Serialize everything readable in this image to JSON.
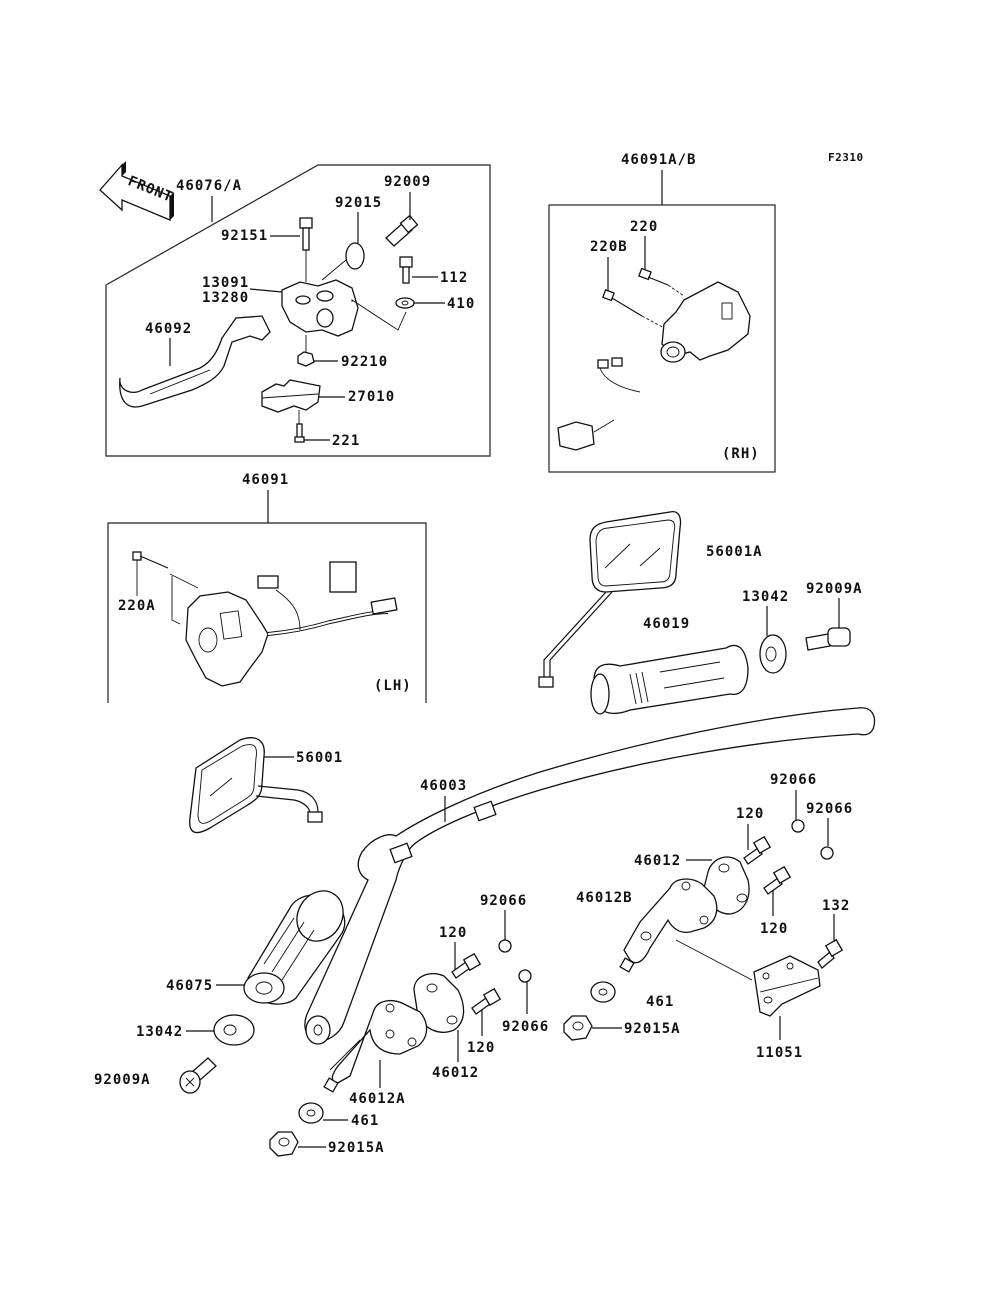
{
  "diagram": {
    "figure_code": "F2310",
    "front_arrow_label": "FRONT",
    "groups": {
      "clutch_lever_assembly": {
        "assembly": "46076/A",
        "parts": {
          "lever": "46092",
          "holder": "13091",
          "holder_alt": "13280",
          "pivot_bolt": "92151",
          "locknut_ring": "92015",
          "adjuster": "92009",
          "bolt": "112",
          "washer": "410",
          "nut": "92210",
          "switch": "27010",
          "screw": "221"
        }
      },
      "right_switch": {
        "assembly": "46091A/B",
        "side": "(RH)",
        "parts": {
          "screw_long": "220",
          "screw_b": "220B"
        }
      },
      "left_switch": {
        "assembly": "46091",
        "side": "(LH)",
        "parts": {
          "screw_a": "220A"
        }
      },
      "right_side": {
        "mirror": "56001A",
        "grip": "46019",
        "weight": "13042",
        "bolt": "92009A"
      },
      "left_side": {
        "mirror": "56001",
        "grip": "46075",
        "weight": "13042",
        "bolt": "92009A"
      },
      "handlebar": {
        "bar": "46003",
        "left_clamp": {
          "cap": "46012",
          "holder": "46012A",
          "bolt_upper": "120",
          "bolt_lower": "120",
          "damper_upper": "92066",
          "damper_lower": "92066",
          "washer": "461",
          "nut": "92015A"
        },
        "right_clamp": {
          "cap": "46012",
          "holder": "46012B",
          "bolt_upper": "120",
          "bolt_lower": "120",
          "damper_upper": "92066",
          "damper_lower": "92066",
          "washer": "461",
          "nut": "92015A",
          "bracket": "11051",
          "bracket_bolt": "132"
        }
      }
    }
  }
}
